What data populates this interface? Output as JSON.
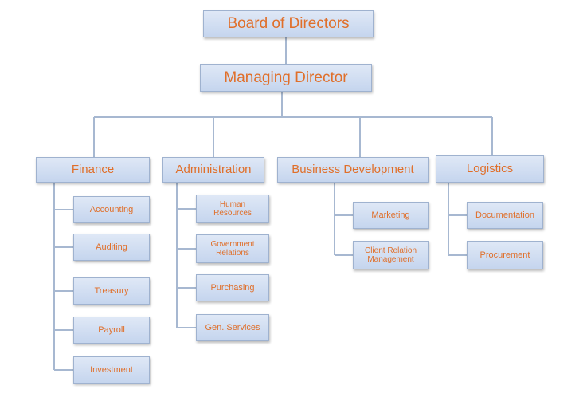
{
  "board": "Board of Directors",
  "managing_director": "Managing Director",
  "departments": {
    "finance": {
      "label": "Finance",
      "units": [
        "Accounting",
        "Auditing",
        "Treasury",
        "Payroll",
        "Investment"
      ]
    },
    "administration": {
      "label": "Administration",
      "units": [
        "Human Resources",
        "Government Relations",
        "Purchasing",
        "Gen. Services"
      ]
    },
    "business_development": {
      "label": "Business Development",
      "units": [
        "Marketing",
        "Client Relation Management"
      ]
    },
    "logistics": {
      "label": "Logistics",
      "units": [
        "Documentation",
        "Procurement"
      ]
    }
  },
  "colors": {
    "box_fill": "#c5d5ee",
    "box_border": "#9fb2cf",
    "connector": "#a7b8d1",
    "text": "#e06f2a"
  }
}
